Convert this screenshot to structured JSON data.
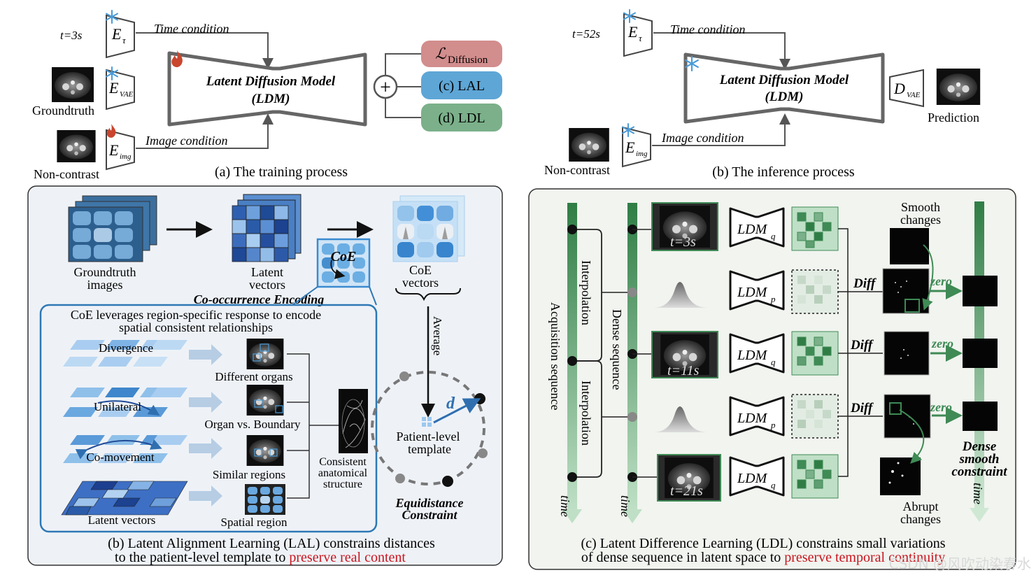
{
  "training": {
    "t_label": "t=3s",
    "enc_tau": "E",
    "enc_tau_sub": "τ",
    "enc_vae": "E",
    "enc_vae_sub": "VAE",
    "enc_img": "E",
    "enc_img_sub": "img",
    "time_condition": "Time condition",
    "image_condition": "Image condition",
    "groundtruth": "Groundtruth",
    "noncontrast": "Non-contrast",
    "ldm_line1": "Latent Diffusion Model",
    "ldm_line2": "(LDM)",
    "plus": "+",
    "loss_diff": "ℒ",
    "loss_diff_sub": "Diffusion",
    "loss_lal": "(c) LAL",
    "loss_ldl": "(d) LDL",
    "caption": "(a) The training process"
  },
  "inference": {
    "t_label": "t=52s",
    "enc_tau": "E",
    "enc_tau_sub": "τ",
    "enc_img": "E",
    "enc_img_sub": "img",
    "dec": "D",
    "dec_sub": "VAE",
    "time_condition": "Time condition",
    "image_condition": "Image condition",
    "ldm_line1": "Latent Diffusion Model",
    "ldm_line2": "(LDM)",
    "prediction": "Prediction",
    "noncontrast": "Non-contrast",
    "caption": "(b) The inference process"
  },
  "lal": {
    "gt_images_1": "Groundtruth",
    "gt_images_2": "images",
    "latent_vectors_1": "Latent",
    "latent_vectors_2": "vectors",
    "coe_box": "CoE",
    "coe_vectors_1": "CoE",
    "coe_vectors_2": "vectors",
    "coe_title": "Co-occurrence Encoding",
    "coe_desc_1": "CoE leverages region-specific response to encode",
    "coe_desc_2": "spatial consistent relationships",
    "divergence": "Divergence",
    "unilateral": "Unilateral",
    "comovement": "Co-movement",
    "latent_vectors_bottom": "Latent vectors",
    "different_organs": "Different organs",
    "organ_boundary": "Organ vs. Boundary",
    "similar_regions": "Similar regions",
    "spatial_region": "Spatial region",
    "consistent_1": "Consistent",
    "consistent_2": "anatomical",
    "consistent_3": "structure",
    "average": "Average",
    "d_label": "d",
    "template_1": "Patient-level",
    "template_2": "template",
    "equi_1": "Equidistance",
    "equi_2": "Constraint",
    "caption_1": "(b) Latent Alignment Learning (LAL) constrains distances",
    "caption_2a": "to the patient-level template to ",
    "caption_2b": "preserve real content"
  },
  "ldl": {
    "acquisition": "Acquisition sequence",
    "dense": "Dense sequence",
    "interpolation": "Interpolation",
    "time": "time",
    "t3": "t=3s",
    "t11": "t=11s",
    "t21": "t=21s",
    "ldm": "LDM",
    "sub_q": "q",
    "sub_p": "p",
    "diff": "Diff",
    "zero": "zero",
    "smooth_1": "Smooth",
    "smooth_2": "changes",
    "abrupt_1": "Abrupt",
    "abrupt_2": "changes",
    "dense_c1": "Dense",
    "dense_c2": "smooth",
    "dense_c3": "constraint",
    "caption_1": "(c) Latent Difference Learning (LDL)  constrains small variations",
    "caption_2a": "of dense sequence in latent space to ",
    "caption_2b": "preserve temporal continuity",
    "watermark": "CSDN @风吹动染春水"
  },
  "colors": {
    "loss_diff": "#d28d8d",
    "loss_lal": "#5ea6d6",
    "loss_ldl": "#7bb08a",
    "panel_b_bg": "#eef2f7",
    "panel_c_bg": "#f1f4ef",
    "accent_red": "#c8151e",
    "green": "#3f8a55",
    "blue": "#2f6fb0"
  }
}
